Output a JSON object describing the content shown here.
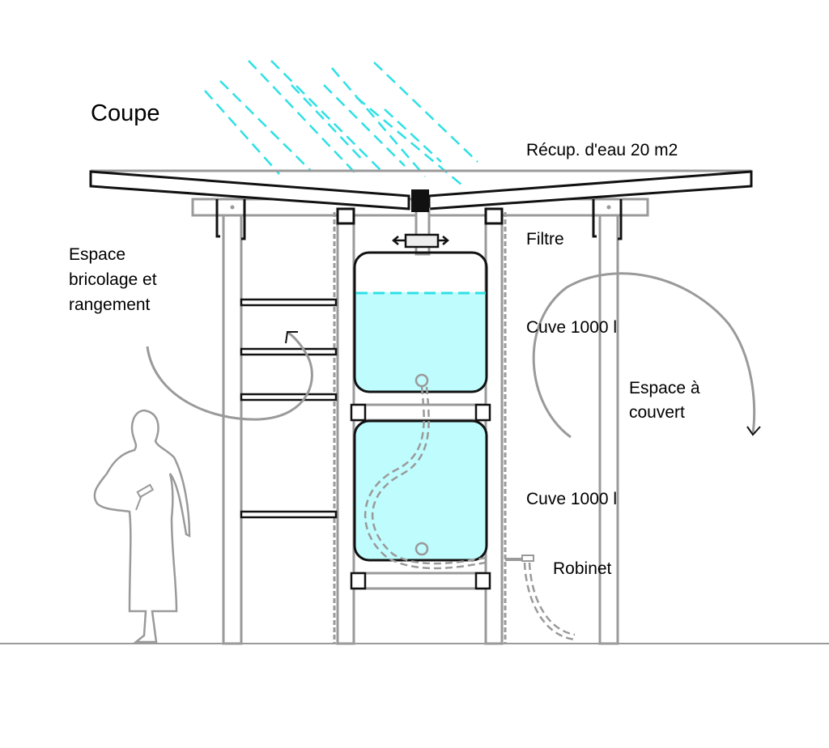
{
  "title": "Coupe",
  "labels": {
    "roof": "Récup. d'eau 20 m2",
    "filter": "Filtre",
    "workshop": [
      "Espace",
      "bricolage et",
      "rangement"
    ],
    "tank_upper": "Cuve 1000 l",
    "tank_lower": "Cuve 1000 l",
    "covered": [
      "Espace à",
      "couvert"
    ],
    "tap": "Robinet"
  },
  "colors": {
    "water": "#bffcfd",
    "rain": "#2ee0e6",
    "structure": "#9a9a9a",
    "outline": "#111111"
  }
}
